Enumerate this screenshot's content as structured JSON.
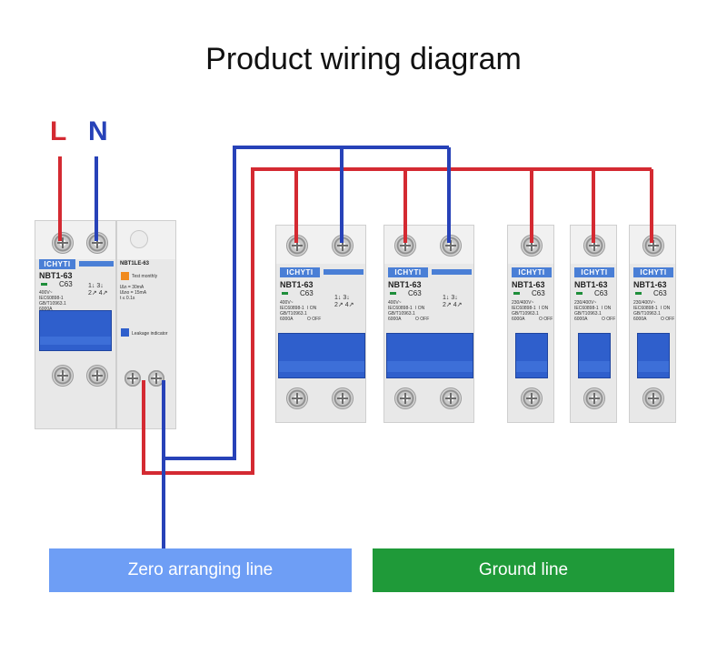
{
  "title": "Product wiring diagram",
  "wire_labels": {
    "l": "L",
    "n": "N"
  },
  "colors": {
    "live_wire": "#d42a32",
    "neutral_wire": "#2742b8",
    "zero_box": "#6e9ef5",
    "ground_box": "#1f9a39"
  },
  "rcbo": {
    "brand": "ICHYTI",
    "model": "NBT1-63",
    "curve": "C63",
    "spec": "400V~\nIEC60898-1\nGB/T10963.1\n6000A",
    "module_model": "NBT1LE-63",
    "module_spec": "IΔn = 30mA\nIΔno = 15mA\nt ≤ 0.1s",
    "test_label": "Test monthly",
    "leakage_label": "Leakage indicator"
  },
  "breakers_2p": [
    {
      "brand": "ICHYTI",
      "model": "NBT1-63",
      "curve": "C63",
      "spec": "400V~\nIEC60898-1\nGB/T10963.1\n6000A",
      "on": "I ON",
      "off": "O OFF"
    },
    {
      "brand": "ICHYTI",
      "model": "NBT1-63",
      "curve": "C63",
      "spec": "400V~\nIEC60898-1\nGB/T10963.1\n6000A",
      "on": "I ON",
      "off": "O OFF"
    }
  ],
  "breakers_1p": [
    {
      "brand": "ICHYTI",
      "model": "NBT1-63",
      "curve": "C63",
      "spec": "230/400V~\nIEC60898-1\nGB/T10963.1\n6000A",
      "on": "I ON",
      "off": "O OFF"
    },
    {
      "brand": "ICHYTI",
      "model": "NBT1-63",
      "curve": "C63",
      "spec": "230/400V~\nIEC60898-1\nGB/T10963.1\n6000A",
      "on": "I ON",
      "off": "O OFF"
    },
    {
      "brand": "ICHYTI",
      "model": "NBT1-63",
      "curve": "C63",
      "spec": "230/400V~\nIEC60898-1\nGB/T10963.1\n6000A",
      "on": "I ON",
      "off": "O OFF"
    }
  ],
  "boxes": {
    "zero": "Zero arranging line",
    "ground": "Ground line"
  }
}
